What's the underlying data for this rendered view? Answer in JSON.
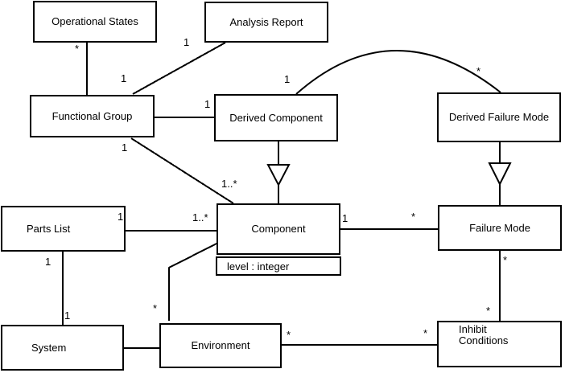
{
  "classes": {
    "operational_states": {
      "name": "Operational States"
    },
    "analysis_report": {
      "name": "Analysis Report"
    },
    "functional_group": {
      "name": "Functional Group"
    },
    "derived_component": {
      "name": "Derived Component"
    },
    "derived_failure_mode": {
      "name": "Derived Failure Mode"
    },
    "parts_list": {
      "name": "Parts List"
    },
    "component": {
      "name": "Component",
      "attributes": [
        "level : integer"
      ]
    },
    "failure_mode": {
      "name": "Failure Mode"
    },
    "system": {
      "name": "System"
    },
    "environment": {
      "name": "Environment"
    },
    "inhibit_conditions": {
      "name": "Inhibit Conditions",
      "lines": [
        "Inhibit",
        "Conditions"
      ]
    }
  },
  "multiplicity_labels": [
    {
      "text": "*"
    },
    {
      "text": "1"
    },
    {
      "text": "1"
    },
    {
      "text": "1"
    },
    {
      "text": "1"
    },
    {
      "text": "*"
    },
    {
      "text": "1"
    },
    {
      "text": "1..*"
    },
    {
      "text": "1"
    },
    {
      "text": "1..*"
    },
    {
      "text": "1"
    },
    {
      "text": "1"
    },
    {
      "text": "*"
    },
    {
      "text": "1"
    },
    {
      "text": "*"
    },
    {
      "text": "*"
    },
    {
      "text": "*"
    },
    {
      "text": "*"
    },
    {
      "text": "*"
    }
  ],
  "colors": {
    "line": "#000000",
    "box_fill": "#ffffff",
    "background": "#ffffff"
  }
}
